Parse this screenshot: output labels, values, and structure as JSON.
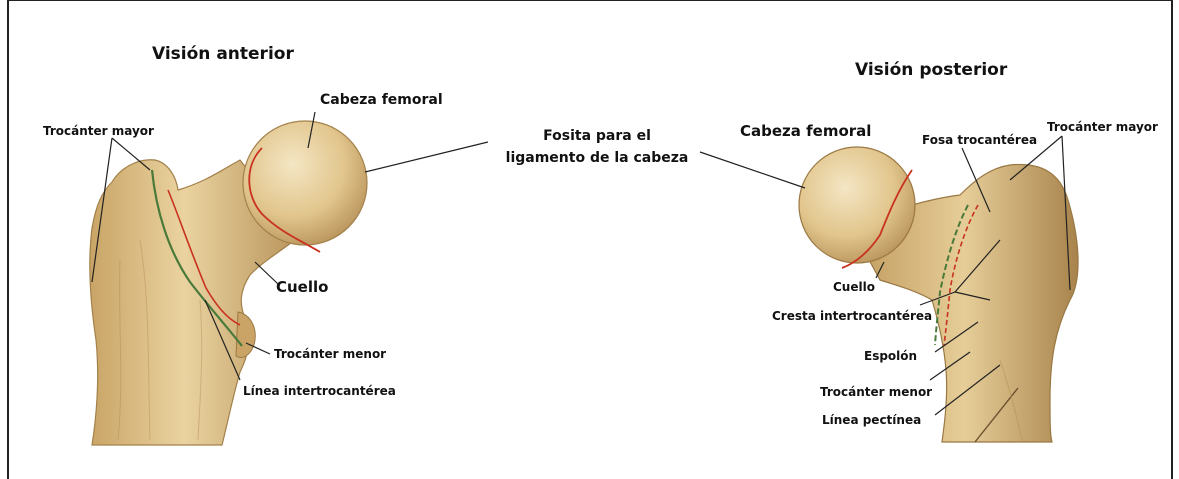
{
  "anterior": {
    "title": "Visión anterior",
    "labels": {
      "trocanter_mayor": "Trocánter mayor",
      "cabeza_femoral": "Cabeza femoral",
      "cuello": "Cuello",
      "trocanter_menor": "Trocánter menor",
      "linea_intertrocanterea": "Línea intertrocantérea"
    }
  },
  "shared": {
    "fosita_line1": "Fosita para el",
    "fosita_line2": "ligamento de la cabeza"
  },
  "posterior": {
    "title": "Visión posterior",
    "labels": {
      "cabeza_femoral": "Cabeza femoral",
      "fosa_trocanterea": "Fosa trocantérea",
      "trocanter_mayor": "Trocánter mayor",
      "cuello": "Cuello",
      "cresta_intertrocanterea": "Cresta intertrocantérea",
      "espolon": "Espolón",
      "trocanter_menor": "Trocánter menor",
      "linea_pectinea": "Línea pectínea"
    }
  },
  "colors": {
    "bone": "#e3c78f",
    "bone_shadow": "#b8935a",
    "head_highlight": "#f4e6c4",
    "capsule_line": "#c8321e",
    "intertrochanteric_line": "#4a7a3a",
    "leader_line": "#222222"
  }
}
